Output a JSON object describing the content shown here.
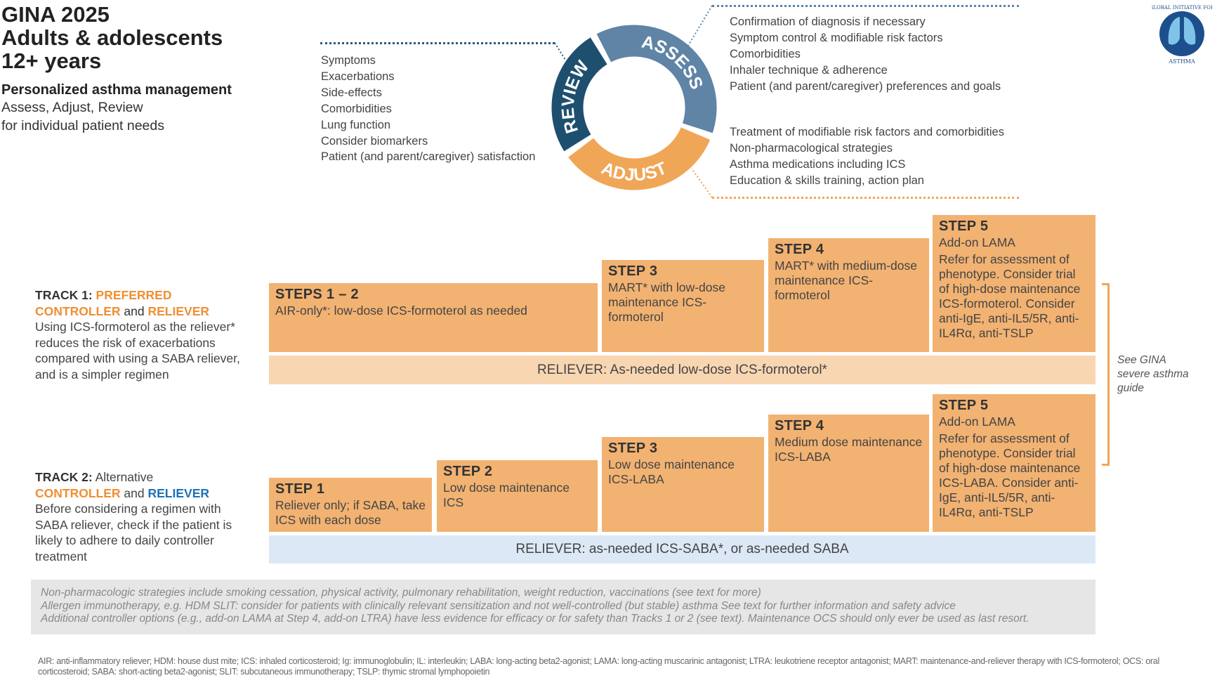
{
  "header": {
    "title_lines": [
      "GINA 2025",
      "Adults & adolescents",
      "12+ years"
    ],
    "subtitle": "Personalized asthma management",
    "subtitle_line2": "Assess, Adjust, Review",
    "subtitle_line3": "for individual patient needs"
  },
  "cycle": {
    "assess": "ASSESS",
    "adjust": "ADJUST",
    "review": "REVIEW",
    "colors": {
      "assess": "#5f84a6",
      "adjust": "#f0a657",
      "review": "#1f4f6f"
    }
  },
  "review_items": [
    "Symptoms",
    "Exacerbations",
    "Side-effects",
    "Comorbidities",
    "Lung function",
    "Consider biomarkers",
    "Patient (and parent/caregiver) satisfaction"
  ],
  "assess_items": [
    "Confirmation of diagnosis if necessary",
    "Symptom control & modifiable risk factors",
    "Comorbidities",
    "Inhaler technique & adherence",
    "Patient (and parent/caregiver) preferences and goals"
  ],
  "adjust_items": [
    "Treatment of modifiable risk factors and comorbidities",
    "Non-pharmacological strategies",
    "Asthma medications including ICS",
    "Education & skills training, action plan"
  ],
  "logo": {
    "text": "GLOBAL INITIATIVE FOR ASTHMA"
  },
  "track1": {
    "label": "TRACK 1:",
    "pref": "PREFERRED",
    "controller": "CONTROLLER",
    "and": "and",
    "reliever": "RELIEVER",
    "desc": "Using ICS-formoterol as the reliever* reduces the risk of exacerbations compared with using a SABA reliever, and is a simpler regimen",
    "steps": [
      {
        "title": "STEPS 1 – 2",
        "text": "AIR-only*: low-dose ICS-formoterol as needed"
      },
      {
        "title": "STEP 3",
        "text": "MART* with low-dose maintenance ICS-formoterol"
      },
      {
        "title": "STEP 4",
        "text": "MART* with medium-dose maintenance ICS-formoterol"
      },
      {
        "title": "STEP 5",
        "text": "Add-on LAMA",
        "text2": "Refer for assessment of phenotype. Consider trial of high-dose maintenance ICS-formoterol. Consider anti-IgE, anti-IL5/5R, anti-IL4Rα, anti-TSLP"
      }
    ],
    "reliever_bar": "RELIEVER: As-needed low-dose ICS-formoterol*"
  },
  "track2": {
    "label": "TRACK 2:",
    "alt": "Alternative",
    "controller": "CONTROLLER",
    "and": "and",
    "reliever": "RELIEVER",
    "desc": "Before considering a regimen with SABA reliever, check if the patient is likely to adhere to daily controller treatment",
    "steps": [
      {
        "title": "STEP 1",
        "text": "Reliever only; if SABA, take ICS with each dose"
      },
      {
        "title": "STEP 2",
        "text": "Low dose maintenance ICS"
      },
      {
        "title": "STEP 3",
        "text": "Low dose maintenance ICS-LABA"
      },
      {
        "title": "STEP 4",
        "text": "Medium dose maintenance ICS-LABA"
      },
      {
        "title": "STEP 5",
        "text": "Add-on LAMA",
        "text2": "Refer for assessment of phenotype. Consider trial of high-dose maintenance ICS-LABA. Consider anti-IgE, anti-IL5/5R, anti-IL4Rα, anti-TSLP"
      }
    ],
    "reliever_bar": "RELIEVER: as-needed ICS-SABA*, or as-needed SABA"
  },
  "severe_note": "See GINA severe asthma guide",
  "notes": [
    "Non-pharmacologic strategies include smoking cessation, physical activity, pulmonary rehabilitation, weight reduction, vaccinations (see text for more)",
    "Allergen immunotherapy, e.g. HDM SLIT: consider for patients with clinically relevant sensitization and not well-controlled (but stable) asthma See text for further information and safety advice",
    "Additional controller options (e.g., add-on LAMA at Step 4, add-on LTRA) have less evidence for efficacy or for safety than Tracks 1 or 2 (see text). Maintenance OCS should only ever be used as last resort."
  ],
  "abbreviations": "AIR: anti-inflammatory reliever; HDM: house dust mite; ICS: inhaled corticosteroid; Ig: immunoglobulin; IL: interleukin; LABA: long-acting beta2-agonist; LAMA: long-acting muscarinic antagonist; LTRA: leukotriene receptor antagonist; MART: maintenance-and-reliever therapy with ICS-formoterol; OCS: oral corticosteroid; SABA: short-acting beta2-agonist; SLIT: subcutaneous immunotherapy; TSLP: thymic stromal lymphopoietin",
  "colors": {
    "step": "#f2b272",
    "reliever1": "#f9d6b2",
    "reliever2": "#dce8f5",
    "orange_text": "#ef8f33",
    "blue_text": "#1c72b8"
  }
}
